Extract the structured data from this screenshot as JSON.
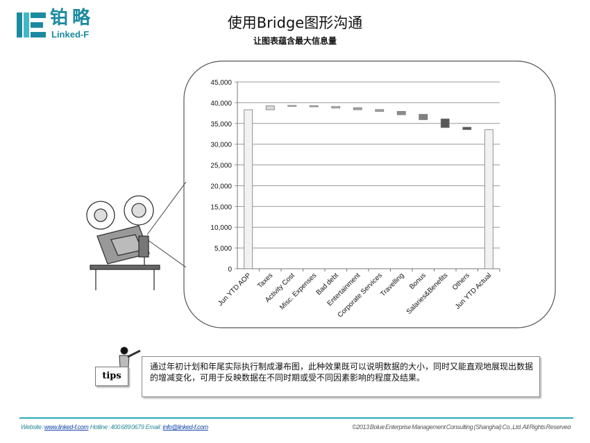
{
  "logo": {
    "name": "铂略",
    "sub": "Linked-F"
  },
  "header": {
    "title": "使用Bridge图形沟通",
    "subtitle": "让图表蕴含最大信息量"
  },
  "tips": {
    "label": "tips",
    "text": "通过年初计划和年尾实际执行制成瀑布图，此种效果既可以说明数据的大小，同时又能直观地展现出数据的增减变化，可用于反映数据在不同时期或受不同因素影响的程度及结果。"
  },
  "footer": {
    "website_label": "Website :",
    "website": "www.linked-f.com",
    "hotline": "Hotline : 400 689 0679",
    "email_label": "Email :",
    "email": "info@linked-f.com",
    "copyright": "©2013 Bolue Enterprise Management Consulting (Shanghai) Co.,Ltd. All Rights Reserved"
  },
  "chart_data": {
    "type": "bar",
    "subtype": "waterfall",
    "ylim": [
      0,
      45000
    ],
    "yticks": [
      "0",
      "5,000",
      "10,000",
      "15,000",
      "20,000",
      "25,000",
      "30,000",
      "35,000",
      "40,000",
      "45,000"
    ],
    "grid": true,
    "categories": [
      "Jun YTD AOP",
      "Taxes",
      "Activity Cost",
      "Misc. Expenses",
      "Bad debt",
      "Entertainment",
      "Corporate Services",
      "Travelling",
      "Bonus",
      "Salaries&Benefits",
      "Others",
      "Jun YTD Actual"
    ],
    "low": [
      0,
      38300,
      39100,
      39000,
      38700,
      38300,
      37900,
      37100,
      35900,
      34000,
      33500,
      0
    ],
    "high": [
      38300,
      39250,
      39350,
      39300,
      39100,
      38800,
      38350,
      37900,
      37200,
      36100,
      34100,
      33500
    ],
    "colors": [
      "#f2f2f2",
      "#d9d9d9",
      "#bfbfbf",
      "#bfbfbf",
      "#bfbfbf",
      "#a6a6a6",
      "#a6a6a6",
      "#8c8c8c",
      "#808080",
      "#595959",
      "#595959",
      "#f2f2f2"
    ]
  }
}
